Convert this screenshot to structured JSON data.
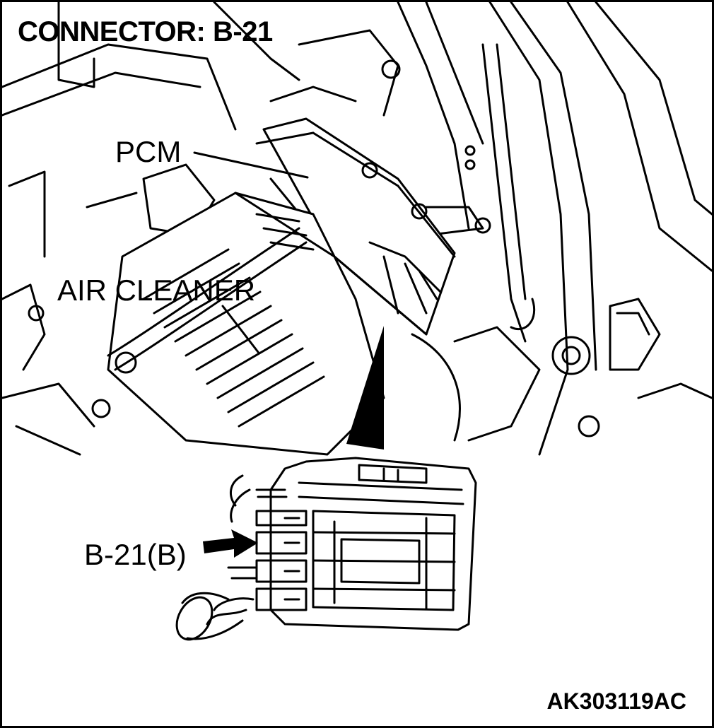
{
  "diagram": {
    "title": "CONNECTOR: B-21",
    "labels": {
      "pcm": "PCM",
      "air_cleaner": "AIR CLEANER",
      "connector": "B-21(B)"
    },
    "figure_code": "AK303119AC"
  }
}
